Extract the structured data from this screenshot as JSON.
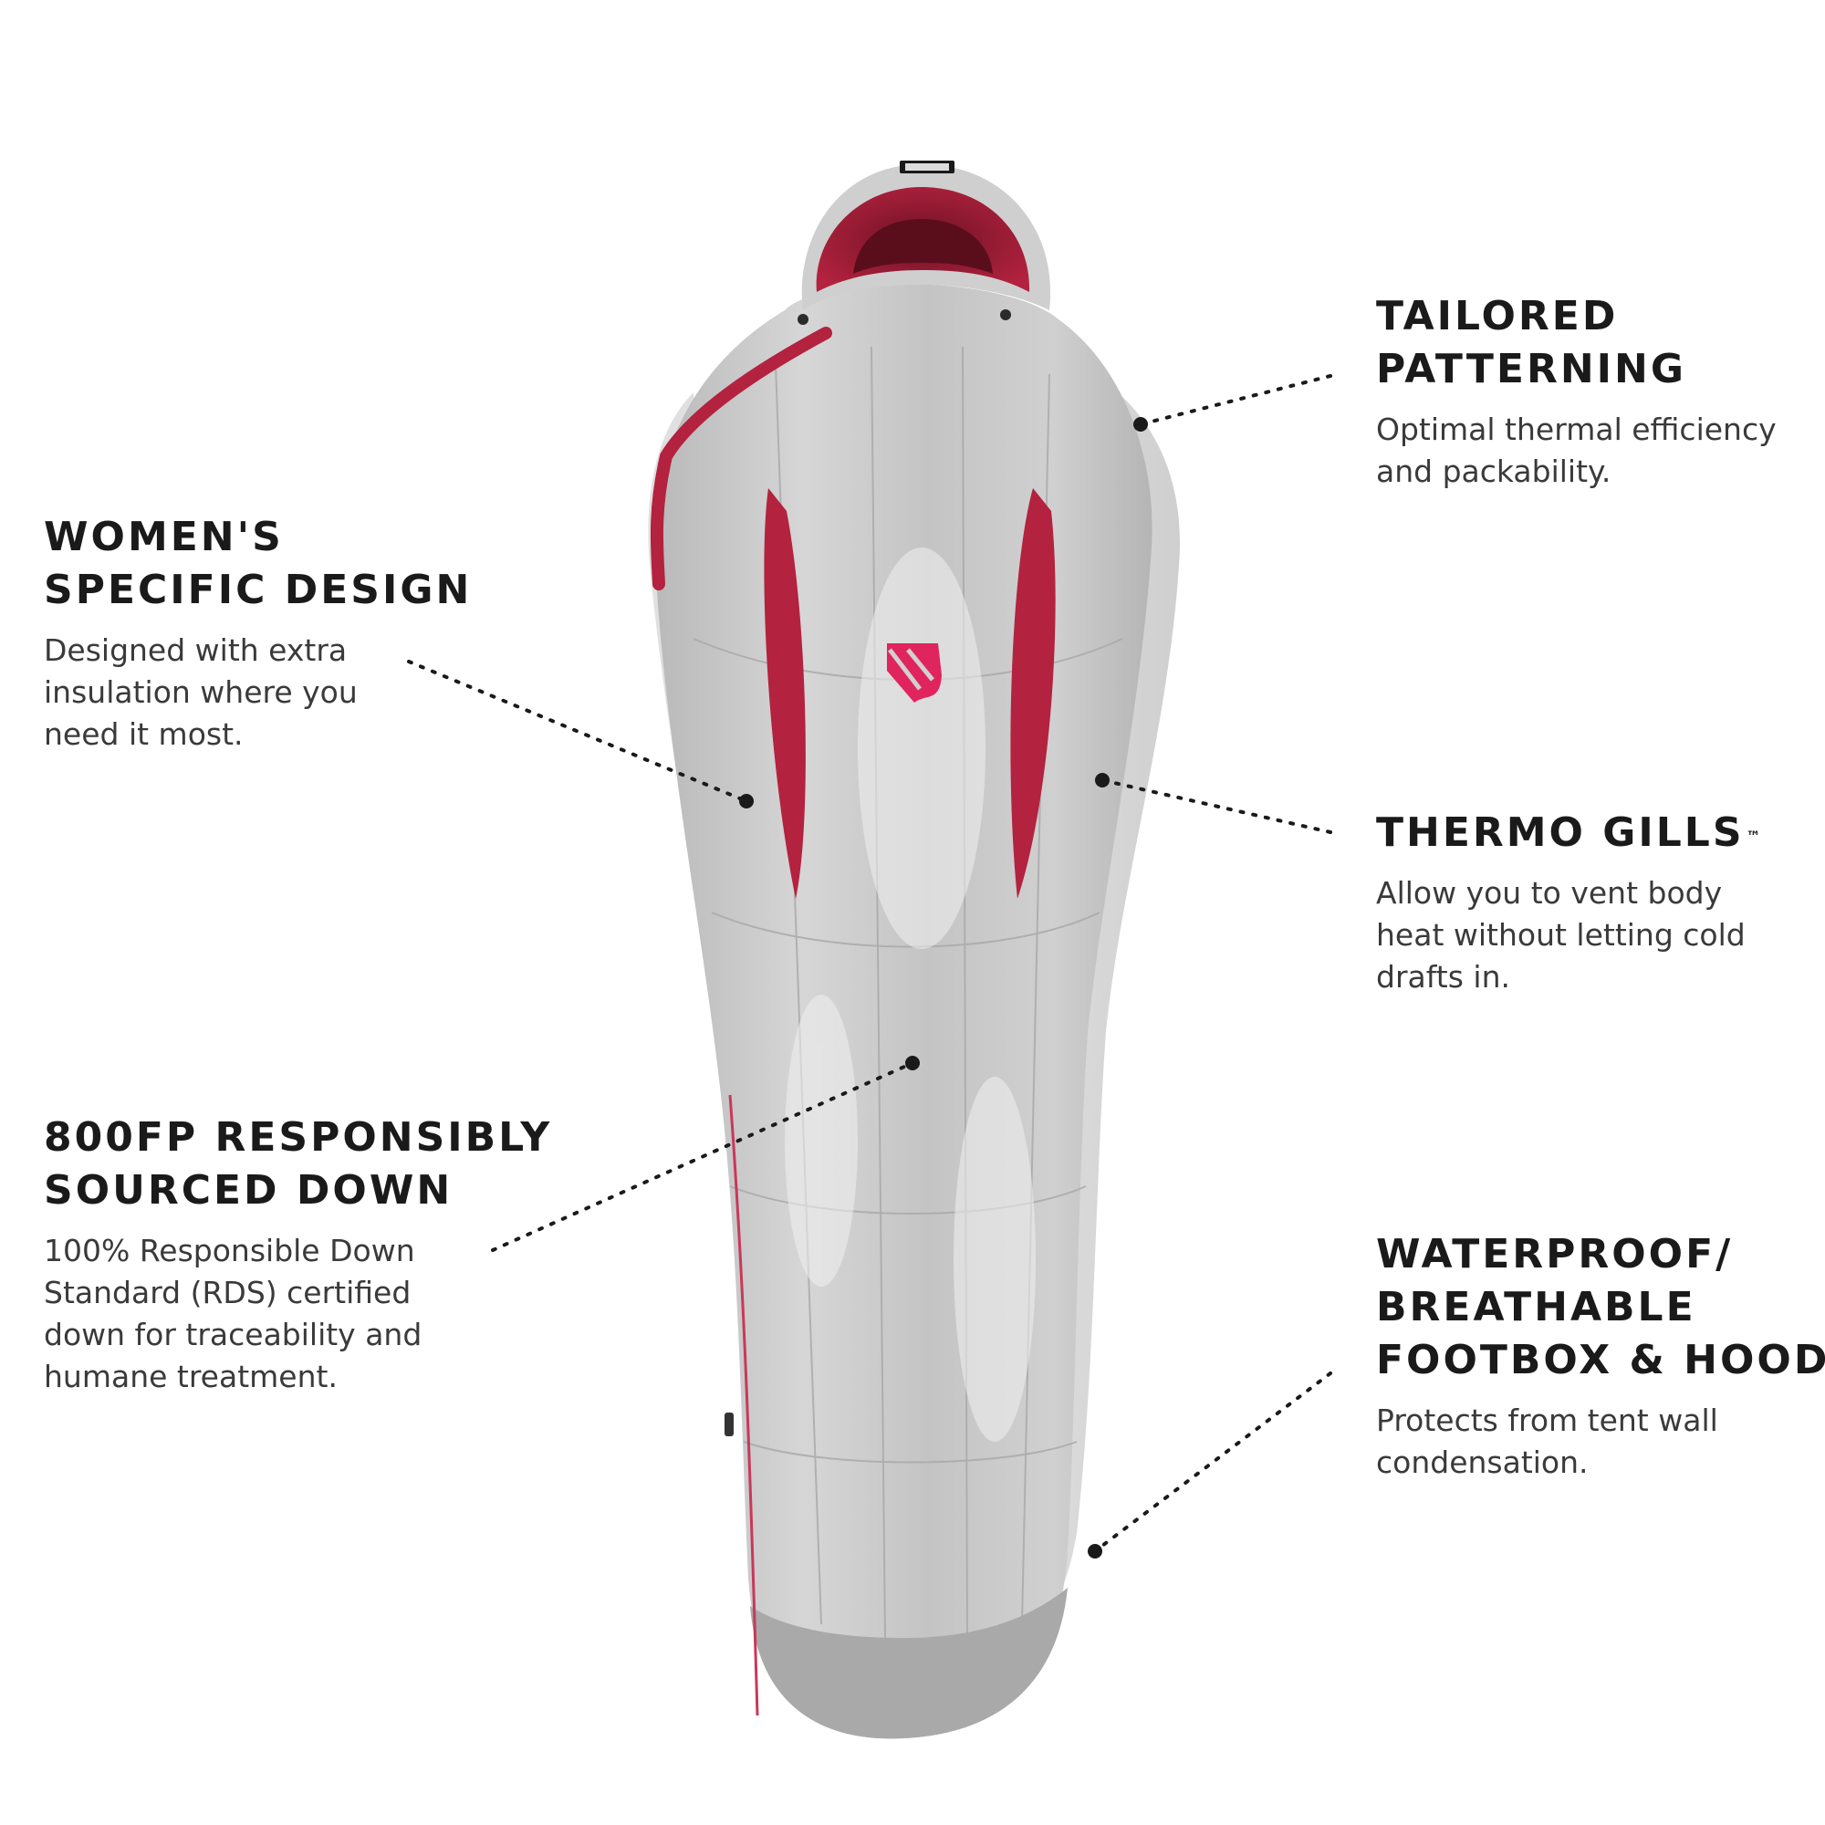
{
  "colors": {
    "shell": "#c9c9c9",
    "shell_light": "#dcdcdc",
    "shell_dark": "#a9a9a9",
    "lining": "#b3223f",
    "accent": "#e0245e",
    "text": "#1a1a1a",
    "muted": "#3a3a3a"
  },
  "product": {
    "label_icon": "nemo-label-icon",
    "logo_icon": "nemo-logo-icon"
  },
  "callouts": {
    "womens_design": {
      "heading": [
        "WOMEN'S",
        "SPECIFIC DESIGN"
      ],
      "description": [
        "Designed with extra",
        "insulation where you",
        "need it most."
      ]
    },
    "down": {
      "heading": [
        "800FP RESPONSIBLY",
        "SOURCED DOWN"
      ],
      "description": [
        "100% Responsible Down",
        "Standard (RDS) certified",
        "down for traceability and",
        "humane treatment."
      ]
    },
    "tailored": {
      "heading": [
        "TAILORED",
        "PATTERNING"
      ],
      "description": [
        "Optimal thermal efficiency",
        "and packability."
      ]
    },
    "thermo_gills": {
      "heading": [
        "THERMO GILLS"
      ],
      "trademark": "™",
      "description": [
        "Allow you to vent body",
        "heat without letting cold",
        "drafts in."
      ]
    },
    "footbox": {
      "heading": [
        "WATERPROOF/",
        "BREATHABLE",
        "FOOTBOX & HOOD"
      ],
      "description": [
        "Protects from tent wall",
        "condensation."
      ]
    }
  }
}
